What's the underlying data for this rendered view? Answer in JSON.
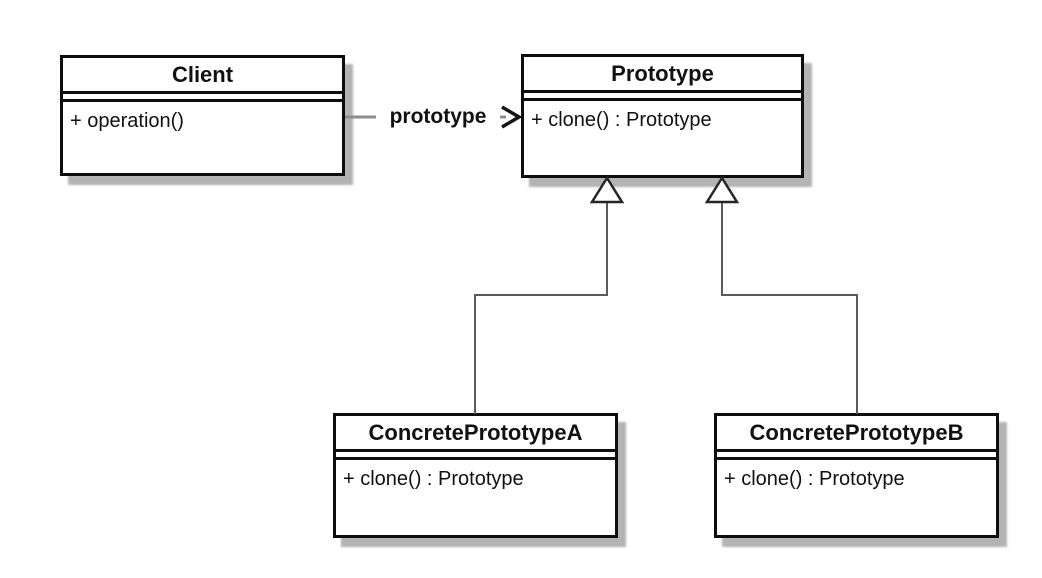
{
  "diagram": {
    "type": "uml-class-diagram",
    "pattern_name": "Prototype",
    "classes": [
      {
        "name": "Client",
        "methods": [
          "+ operation()"
        ]
      },
      {
        "name": "Prototype",
        "methods": [
          "+ clone() : Prototype"
        ]
      },
      {
        "name": "ConcretePrototypeA",
        "methods": [
          "+ clone() : Prototype"
        ]
      },
      {
        "name": "ConcretePrototypeB",
        "methods": [
          "+ clone() : Prototype"
        ]
      }
    ],
    "relationships": [
      {
        "type": "directed-association",
        "from": "Client",
        "to": "Prototype",
        "label": "prototype"
      },
      {
        "type": "generalization",
        "from": "ConcretePrototypeA",
        "to": "Prototype",
        "label": ""
      },
      {
        "type": "generalization",
        "from": "ConcretePrototypeB",
        "to": "Prototype",
        "label": ""
      }
    ],
    "colors": {
      "background": "#ffffff",
      "box_fill": "#ffffff",
      "box_border": "#0d0d0d",
      "shadow": "#b3b3b3",
      "association_line": "#8c8c8c",
      "arrowhead": "#141414",
      "generalization_line": "#5a5a5a",
      "triangle_border": "#262626",
      "text": "#111111"
    }
  }
}
